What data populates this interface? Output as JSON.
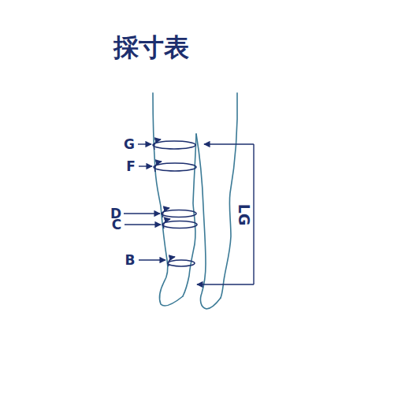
{
  "diagram": {
    "title": "採寸表",
    "labels": [
      "G",
      "F",
      "D",
      "C",
      "B",
      "LG"
    ]
  }
}
